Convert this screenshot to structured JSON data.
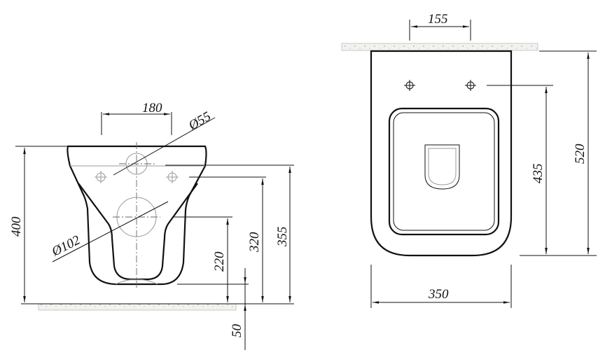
{
  "front_view": {
    "dims": {
      "hole_spacing": "180",
      "inlet_diameter": "Ø55",
      "outlet_diameter": "Ø102",
      "total_height": "400",
      "inlet_height": "355",
      "mount_height": "320",
      "outlet_height": "220",
      "floor_clearance": "50"
    }
  },
  "top_view": {
    "dims": {
      "hole_spacing": "155",
      "hole_to_front": "435",
      "depth": "520",
      "width": "350"
    }
  }
}
